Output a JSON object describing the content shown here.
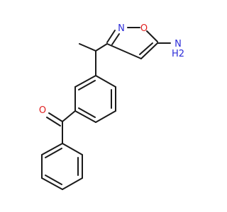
{
  "atoms": {
    "ring_nitrogen": "N",
    "ring_oxygen": "O",
    "amine_n": "N",
    "amine_h2": "H2",
    "carbonyl_oxygen": "O"
  },
  "colors": {
    "bond": "#1a1a1a",
    "nitrogen": "#2b2bd8",
    "oxygen": "#e01e1e"
  }
}
